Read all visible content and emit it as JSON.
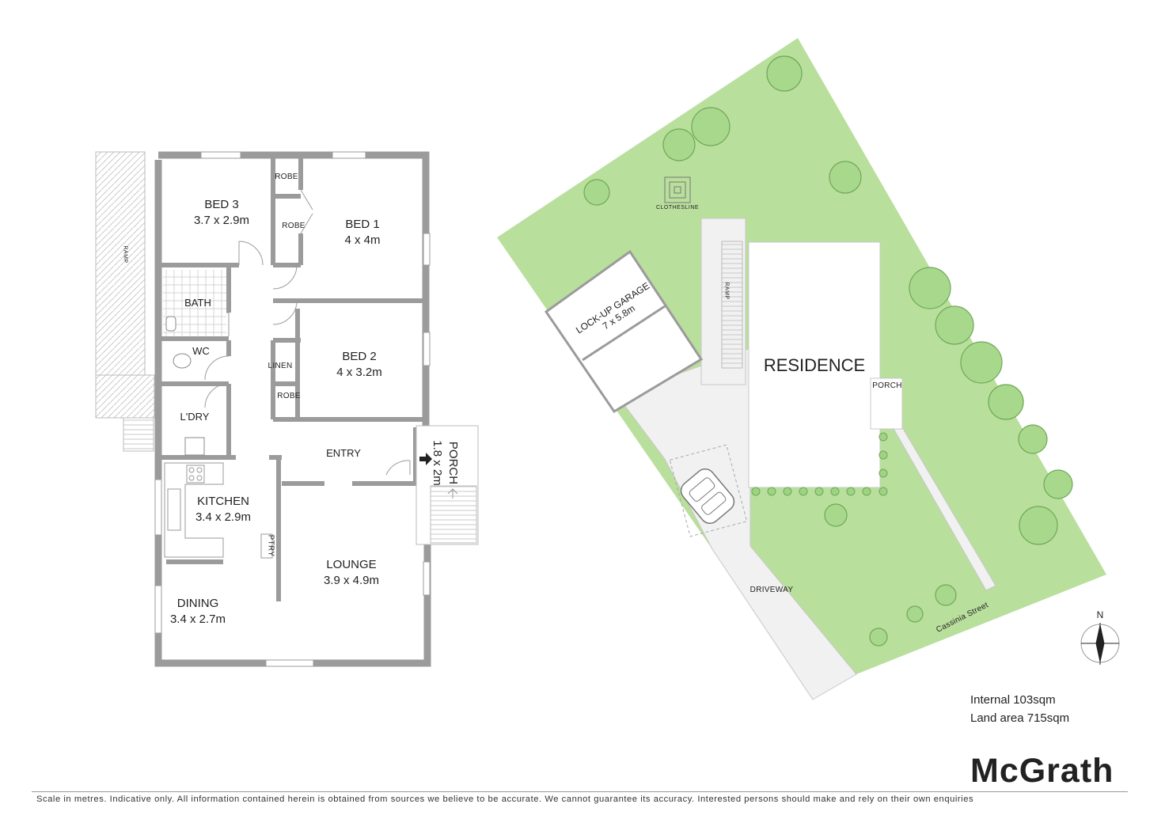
{
  "floorplan": {
    "rooms": {
      "bed3": {
        "name": "BED 3",
        "size": "3.7 x 2.9m"
      },
      "bed1": {
        "name": "BED 1",
        "size": "4 x 4m"
      },
      "bed2": {
        "name": "BED 2",
        "size": "4 x 3.2m"
      },
      "kitchen": {
        "name": "KITCHEN",
        "size": "3.4 x 2.9m"
      },
      "lounge": {
        "name": "LOUNGE",
        "size": "3.9 x 4.9m"
      },
      "dining": {
        "name": "DINING",
        "size": "3.4 x 2.7m"
      },
      "porch": {
        "name": "PORCH",
        "size": "1.8 x 2m"
      }
    },
    "labels": {
      "bath": "BATH",
      "wc": "WC",
      "laundry": "L'DRY",
      "entry": "ENTRY",
      "robe_top": "ROBE",
      "robe_mid": "ROBE",
      "robe_bed2": "ROBE",
      "linen": "LINEN",
      "pantry": "PTRY",
      "ramp": "RAMP"
    }
  },
  "siteplan": {
    "residence": "RESIDENCE",
    "porch": "PORCH",
    "garage_name": "LOCK-UP GARAGE",
    "garage_size": "7 x 5.8m",
    "ramp": "RAMP",
    "clothesline": "CLOTHESLINE",
    "driveway": "DRIVEWAY",
    "street": "Cassinia Street",
    "north": "N",
    "colors": {
      "lawn": "#b9df9c",
      "tree": "#9fd383",
      "paving": "#f1f1f1",
      "wall": "#9b9b9b"
    }
  },
  "stats": {
    "internal": "Internal 103sqm",
    "land": "Land area 715sqm"
  },
  "brand": "McGrath",
  "disclaimer": "Scale in metres. Indicative only. All information contained herein is obtained from sources we believe to be accurate. We cannot guarantee its accuracy. Interested persons should make and rely on their own enquiries"
}
